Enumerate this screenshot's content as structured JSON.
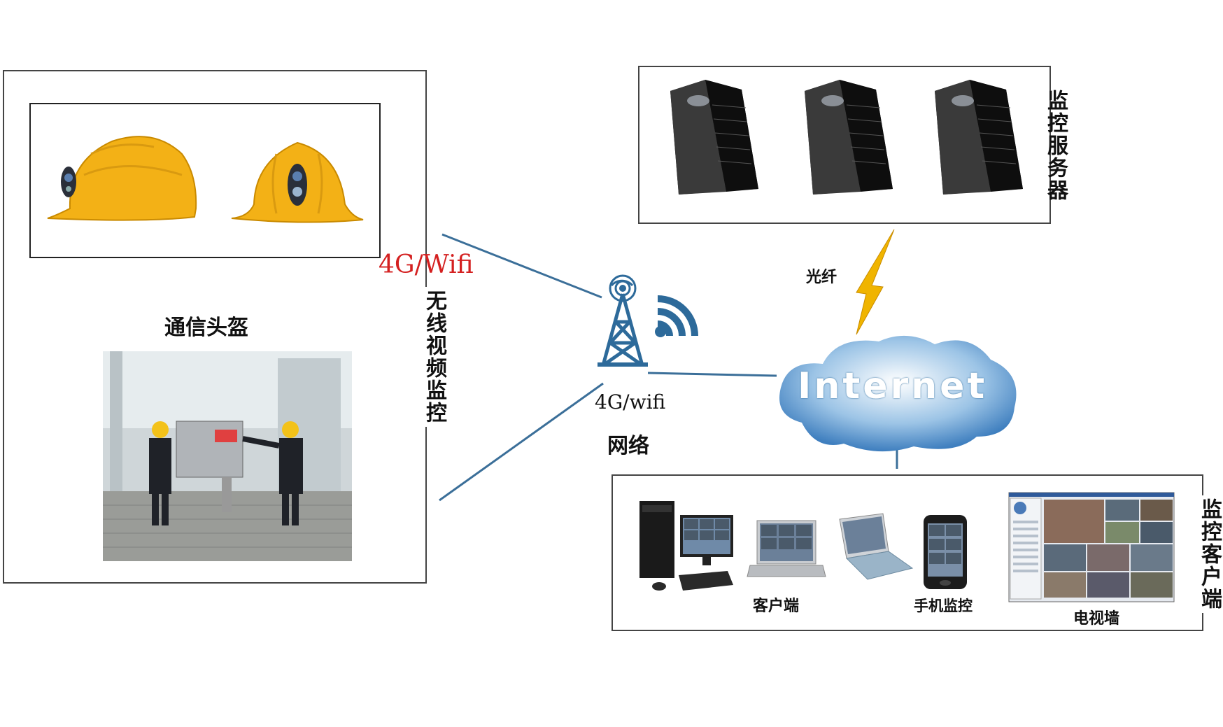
{
  "left_panel": {
    "helmet_label": "通信头盔",
    "channel_label": "4G/Wifi",
    "channel_color": "#d42020",
    "vertical_label": "无线视频监控"
  },
  "network": {
    "tower_label_line1": "4G/wifi",
    "tower_label_line2": "网络"
  },
  "servers": {
    "vertical_label": "监控服务器",
    "fiber_label": "光纤"
  },
  "cloud": {
    "label": "Internet"
  },
  "clients": {
    "vertical_label": "监控客户端",
    "client_label": "客户端",
    "mobile_label": "手机监控",
    "tvwall_label": "电视墙"
  },
  "colors": {
    "helmet": "#f3b116",
    "line": "#3b6f99",
    "tower": "#2d6a9a",
    "bolt": "#f0b400",
    "cloud": "#6aa4d6"
  }
}
